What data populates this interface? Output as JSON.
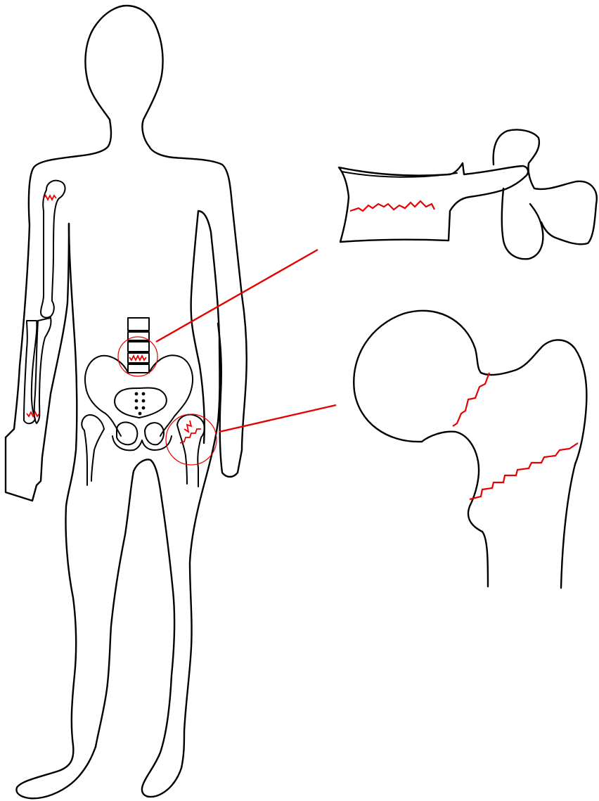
{
  "colors": {
    "outline": "#000000",
    "fracture": "#e60000",
    "background": "#ffffff"
  },
  "figure": {
    "body": {
      "icon": "human-body-silhouette"
    },
    "fracture_sites": [
      {
        "id": "proximal-humerus",
        "icon": "humerus-bone"
      },
      {
        "id": "distal-forearm",
        "icon": "radius-ulna-bones"
      },
      {
        "id": "vertebra",
        "icon": "lumbar-spine"
      },
      {
        "id": "proximal-femur",
        "icon": "hip-joint"
      }
    ],
    "insets": [
      {
        "id": "vertebra-detail",
        "icon": "vertebra-side-view"
      },
      {
        "id": "femur-detail",
        "icon": "femoral-head-neck"
      }
    ]
  }
}
